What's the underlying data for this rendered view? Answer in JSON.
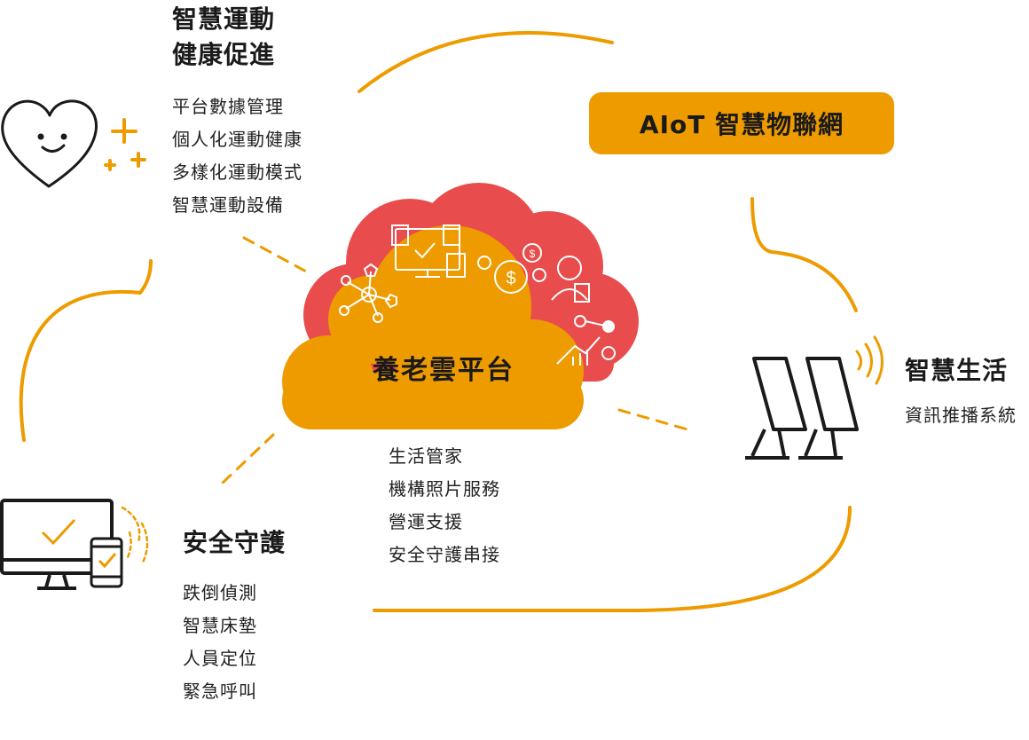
{
  "center": {
    "title": "養老雲平台",
    "items": [
      "生活管家",
      "機構照片服務",
      "營運支援",
      "安全守護串接"
    ]
  },
  "sports": {
    "title_lines": [
      "智慧運動",
      "健康促進"
    ],
    "items": [
      "平台數據管理",
      "個人化運動健康",
      "多樣化運動模式",
      "智慧運動設備"
    ]
  },
  "aiot": {
    "label": "AIoT 智慧物聯網"
  },
  "life": {
    "title": "智慧生活",
    "items": [
      "資訊推播系統"
    ]
  },
  "safety": {
    "title": "安全守護",
    "items": [
      "跌倒偵測",
      "智慧床墊",
      "人員定位",
      "緊急呼叫"
    ]
  },
  "colors": {
    "accent": "#ee9b00",
    "cloud_back": "#e84c4c",
    "cloud_front": "#ee9b00",
    "icon_stroke": "#1a1a1a"
  },
  "icons": [
    "heart-face-icon",
    "plus-icon",
    "monitor-check-icon",
    "phone-check-icon",
    "signage-display-icon",
    "wifi-signal-icon",
    "dollar-icon",
    "network-node-icon",
    "person-icon",
    "chart-icon"
  ]
}
